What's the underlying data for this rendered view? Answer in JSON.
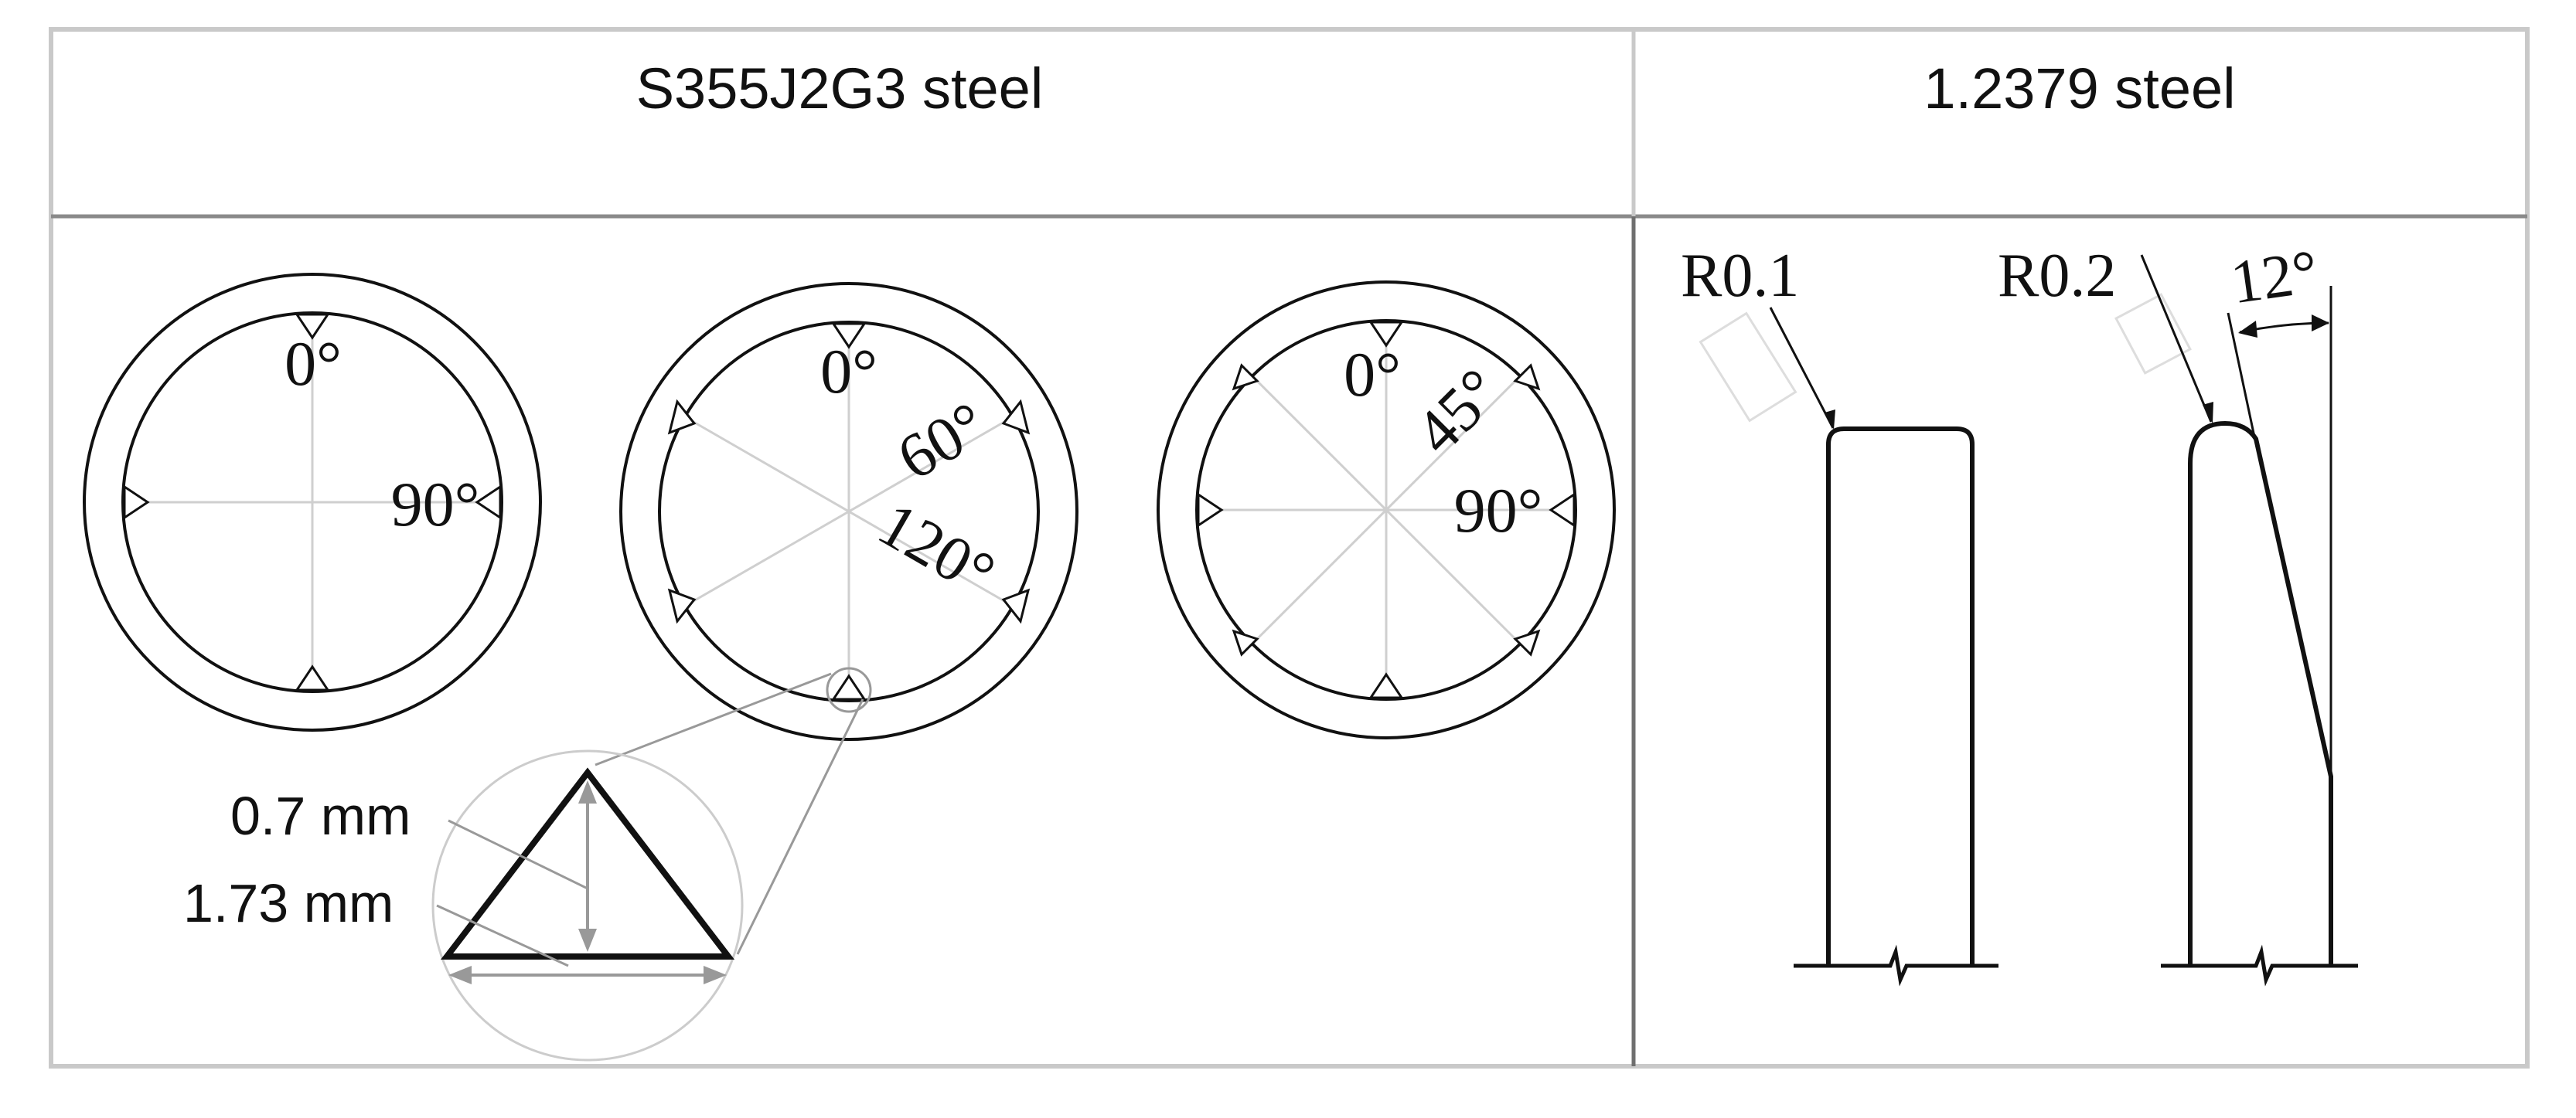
{
  "table": {
    "header_left": "S355J2G3 steel",
    "header_right": "1.2379 steel"
  },
  "rings": {
    "ring1": {
      "label_a": "0°",
      "label_b": "90°"
    },
    "ring2": {
      "label_a": "0°",
      "label_b": "60°",
      "label_c": "120°"
    },
    "ring3": {
      "label_a": "0°",
      "label_b": "45°",
      "label_c": "90°"
    }
  },
  "notch": {
    "height_label": "0.7 mm",
    "width_label": "1.73 mm"
  },
  "tools": {
    "tool1_radius": "R0.1",
    "tool2_radius": "R0.2",
    "tool2_angle": "12°"
  },
  "colors": {
    "line": "#111111",
    "grid": "#cfcfcf",
    "border": "#c9c9c9",
    "divider": "#8a8a8a",
    "dimension": "#999999"
  }
}
